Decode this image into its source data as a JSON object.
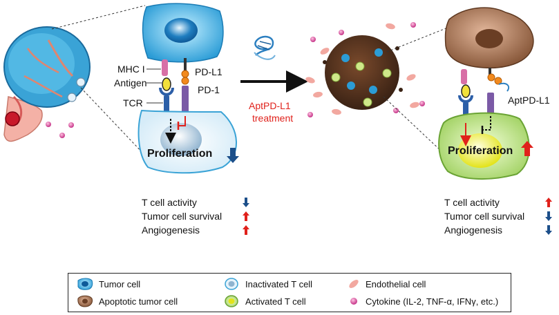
{
  "labels": {
    "mhc": "MHC I",
    "antigen": "Antigen",
    "tcr": "TCR",
    "pdl1": "PD-L1",
    "pd1": "PD-1",
    "treatment_line1": "AptPD-L1",
    "treatment_line2": "treatment",
    "aptpdl1": "AptPD-L1",
    "proliferation_left": "Proliferation",
    "proliferation_right": "Proliferation"
  },
  "left_stats": [
    {
      "label": "T cell activity",
      "trend": "down"
    },
    {
      "label": "Tumor cell survival",
      "trend": "up"
    },
    {
      "label": "Angiogenesis",
      "trend": "up"
    }
  ],
  "right_stats": [
    {
      "label": "T cell activity",
      "trend": "up"
    },
    {
      "label": "Tumor cell survival",
      "trend": "down"
    },
    {
      "label": "Angiogenesis",
      "trend": "down"
    }
  ],
  "legend": {
    "tumor_cell": "Tumor cell",
    "inactivated_t_cell": "Inactivated T cell",
    "endothelial_cell": "Endothelial cell",
    "apoptotic_tumor_cell": "Apoptotic tumor cell",
    "activated_t_cell": "Activated T cell",
    "cytokine": "Cytokine (IL-2, TNF-α, IFNγ, etc.)"
  },
  "colors": {
    "up_arrow": "#e0211b",
    "down_arrow": "#1c4f8a",
    "tumor_cell": "#3aa9dc",
    "activated_t_cell": "#a8d46a",
    "apoptotic_cell": "#8a5a3c",
    "cytokine": "#d9479c",
    "endothelial": "#f2a8a0",
    "pd1_bar": "#7b5aa6",
    "pdl1_ball": "#f28a1e",
    "tcr": "#2c5fa8",
    "mhc": "#d86fa6"
  }
}
